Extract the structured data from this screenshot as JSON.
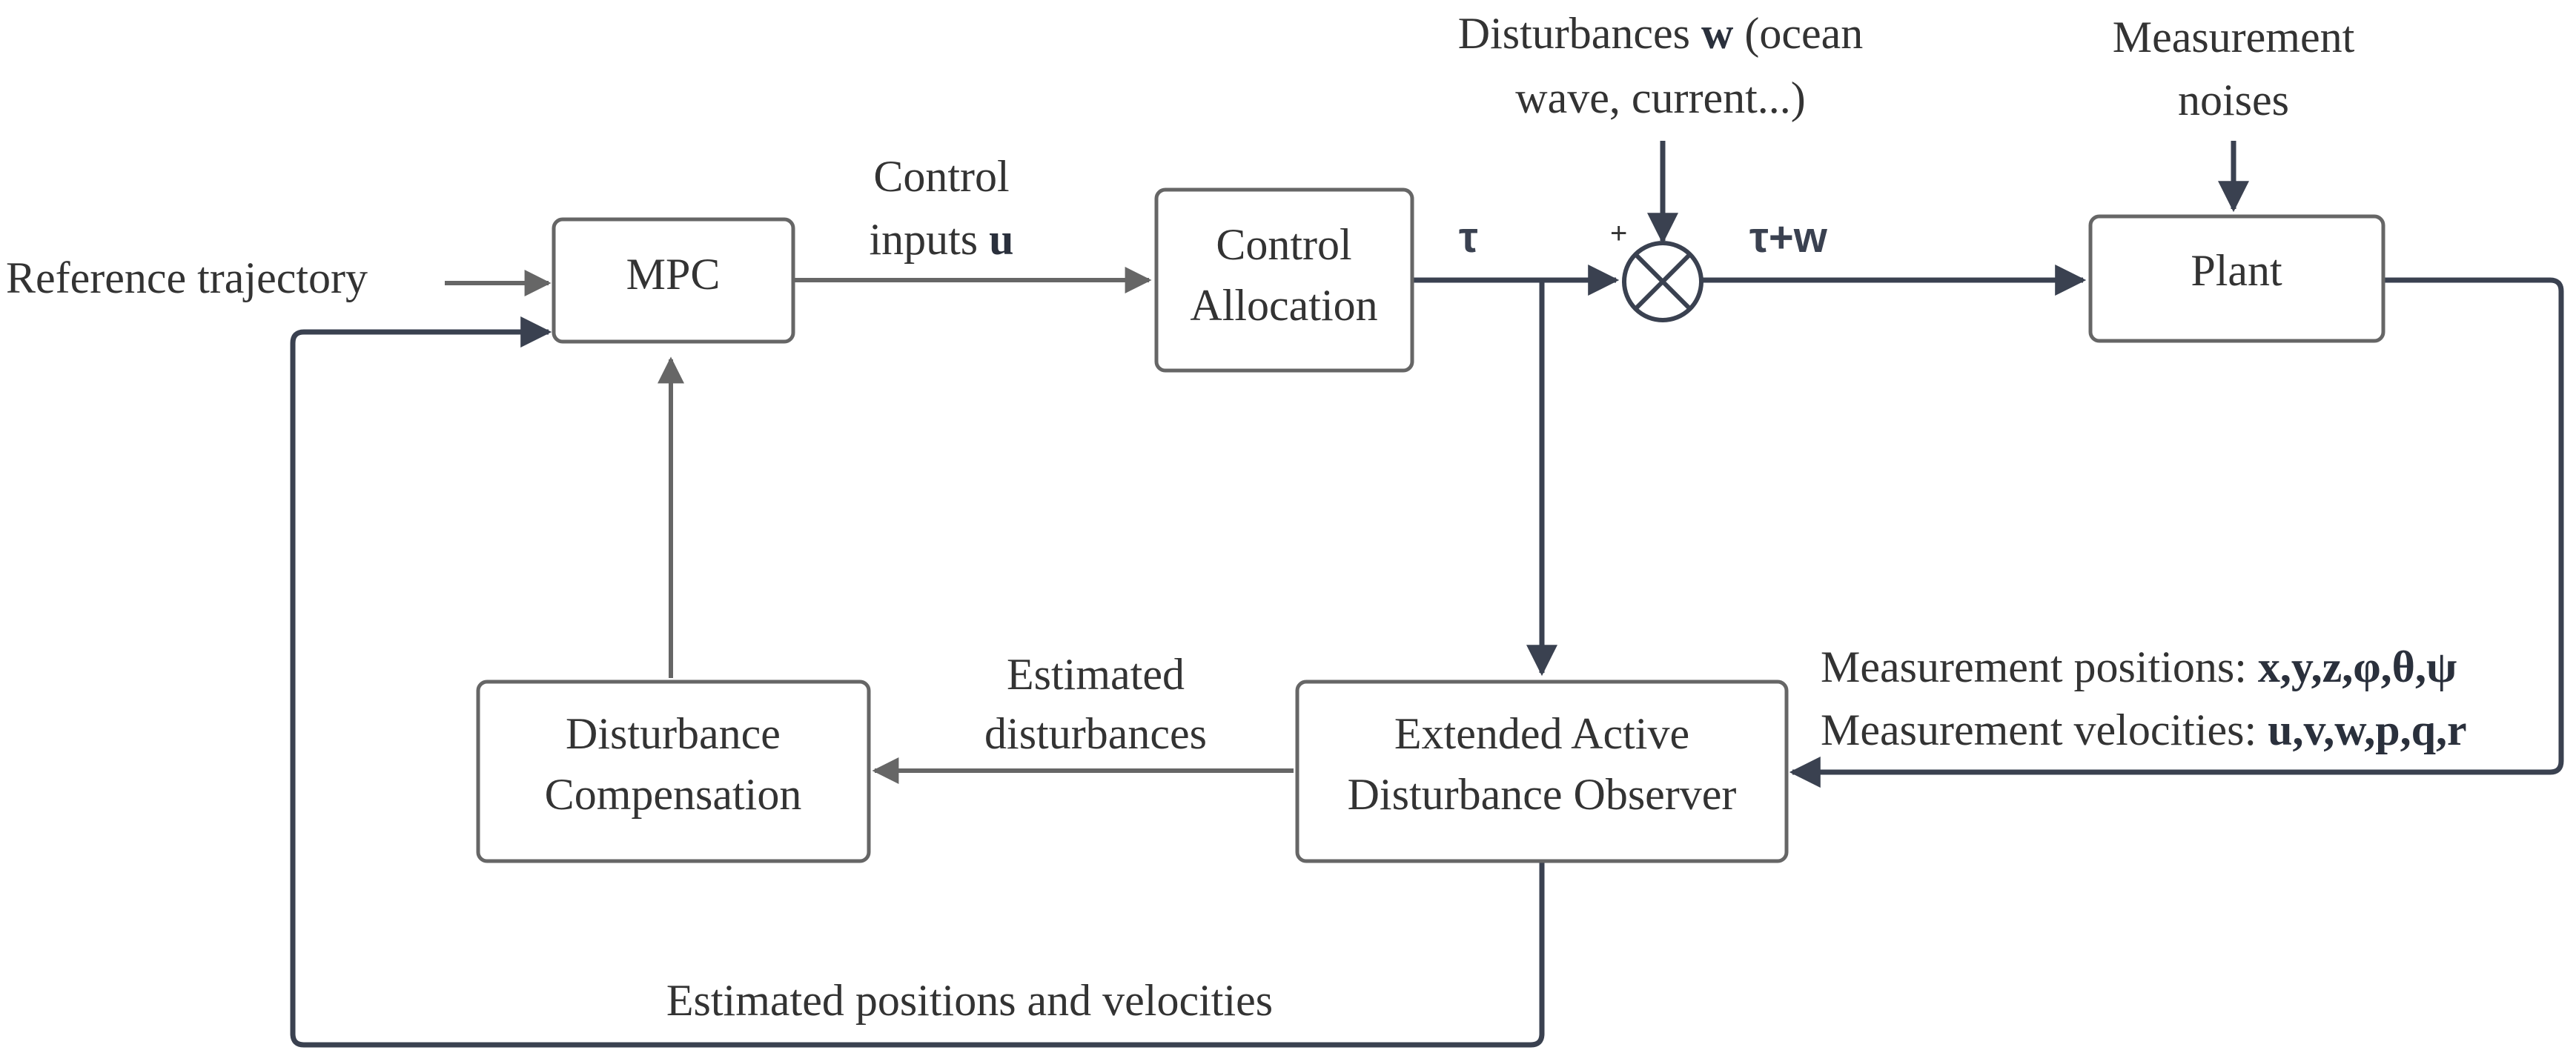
{
  "blocks": {
    "mpc": "MPC",
    "control_allocation": [
      "Control",
      "Allocation"
    ],
    "plant": "Plant",
    "eado": [
      "Extended Active",
      "Disturbance Observer"
    ],
    "disturbance_compensation": [
      "Disturbance",
      "Compensation"
    ]
  },
  "labels": {
    "reference_trajectory": "Reference trajectory",
    "control_inputs_line1": "Control",
    "control_inputs_line2": "inputs ",
    "control_inputs_symbol": "u",
    "tau": "τ",
    "tau_plus_w": "τ+w",
    "plus_sign": "+",
    "disturbances_prefix": "Disturbances ",
    "disturbances_symbol": "w",
    "disturbances_suffix": " (ocean",
    "disturbances_line2": "wave, current...)",
    "measurement_noises_line1": "Measurement",
    "measurement_noises_line2": "noises",
    "measurement_positions_prefix": "Measurement positions: ",
    "measurement_positions_vars": "x,y,z,φ,θ,ψ",
    "measurement_velocities_prefix": "Measurement velocities: ",
    "measurement_velocities_vars": "u,v,w,p,q,r",
    "estimated_disturbances_line1": "Estimated",
    "estimated_disturbances_line2": "disturbances",
    "estimated_positions_velocities": "Estimated positions and velocities"
  },
  "colors": {
    "wire_gray": "#666666",
    "wire_dark": "#3a4150",
    "text": "#333333"
  }
}
